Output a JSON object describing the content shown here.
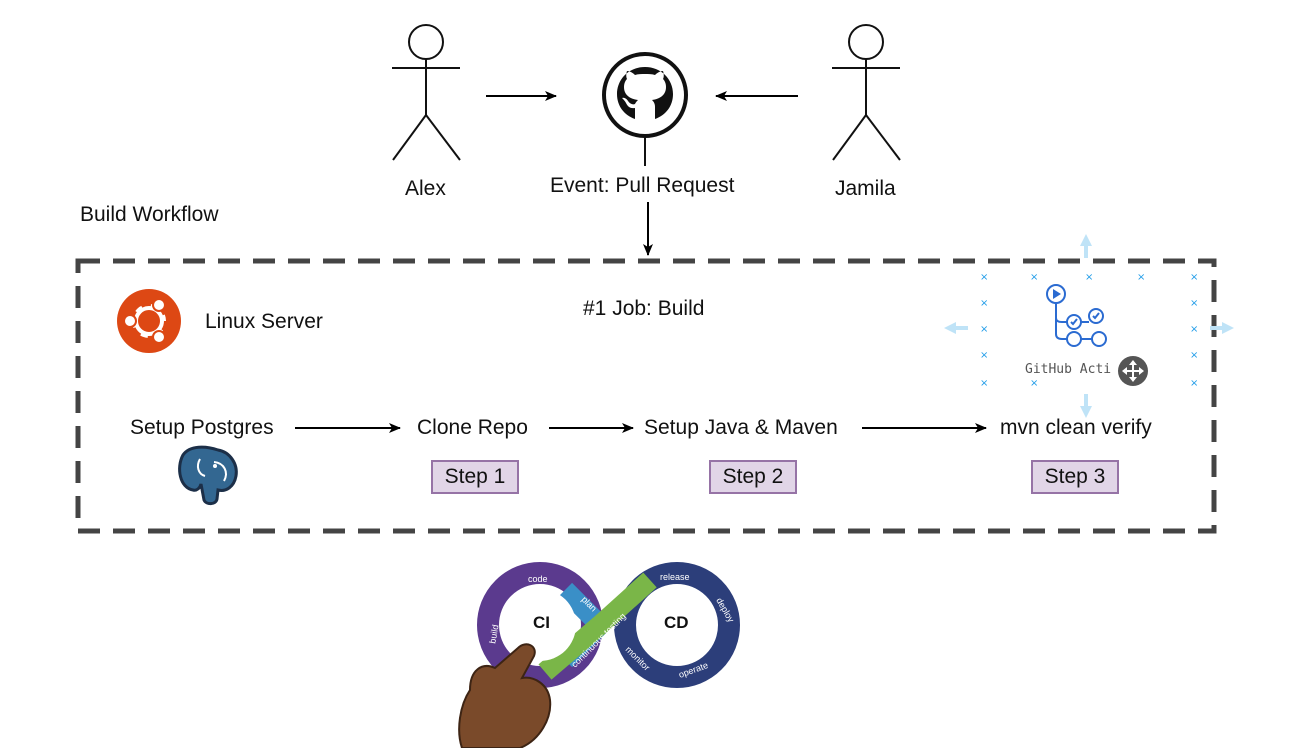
{
  "actors": [
    {
      "name": "Alex"
    },
    {
      "name": "Jamila"
    }
  ],
  "event_label": "Event: Pull Request",
  "workflow_label": "Build Workflow",
  "server_label": "Linux Server",
  "job_label": "#1 Job: Build",
  "steps": [
    {
      "text": "Setup Postgres",
      "badge": ""
    },
    {
      "text": "Clone Repo",
      "badge": "Step 1"
    },
    {
      "text": "Setup Java & Maven",
      "badge": "Step 2"
    },
    {
      "text": "mvn clean verify",
      "badge": "Step 3"
    }
  ],
  "github_actions_label": "GitHub Acti",
  "cicd": {
    "ci_label": "CI",
    "cd_label": "CD",
    "loop_labels": [
      "code",
      "build",
      "plan",
      "continuous testing",
      "release",
      "deploy",
      "operate",
      "monitor"
    ]
  },
  "colors": {
    "ubuntu": "#dd4814",
    "step_fill": "#e1d5e7",
    "step_border": "#9673a6",
    "postgres": "#336791",
    "ci_purple": "#5b3a8e",
    "cd_navy": "#2c3e7a",
    "testing_green": "#7ab648",
    "monitor_blue": "#3a8fc7"
  }
}
